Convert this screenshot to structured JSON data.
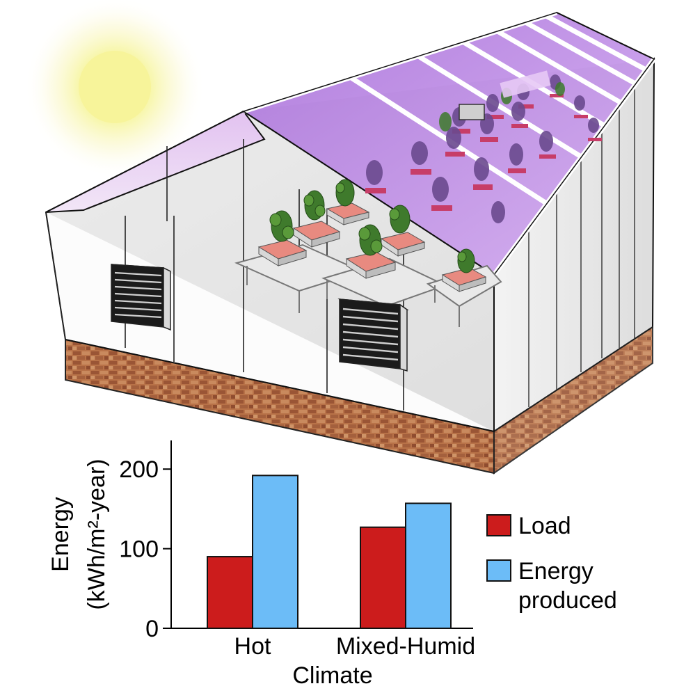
{
  "illustration": {
    "subject": "greenhouse-with-semi-transparent-solar-roof",
    "colors": {
      "roof_panel": "#c99af0",
      "roof_panel_dark": "#8d55c8",
      "brick": "#b36b45",
      "floor": "#dcdcdc",
      "sun": "#f6f59a",
      "plant": "#3f7a2c",
      "planter": "#e46b6b"
    }
  },
  "chart_data": {
    "type": "bar",
    "categories": [
      "Hot",
      "Mixed-Humid"
    ],
    "series": [
      {
        "name": "Load",
        "values": [
          90,
          127
        ],
        "color": "#cc1c1c"
      },
      {
        "name": "Energy produced",
        "values": [
          192,
          157
        ],
        "color": "#6cbcf7"
      }
    ],
    "xlabel": "Climate",
    "ylabel": [
      "Energy",
      "(kWh/m²-year)"
    ],
    "yticks": [
      0,
      100,
      200
    ],
    "ylim": [
      0,
      236
    ],
    "grid": false,
    "legend": {
      "placement": "right",
      "entries": [
        {
          "label": [
            "Load"
          ],
          "color": "#cc1c1c"
        },
        {
          "label": [
            "Energy",
            "produced"
          ],
          "color": "#6cbcf7"
        }
      ]
    }
  }
}
